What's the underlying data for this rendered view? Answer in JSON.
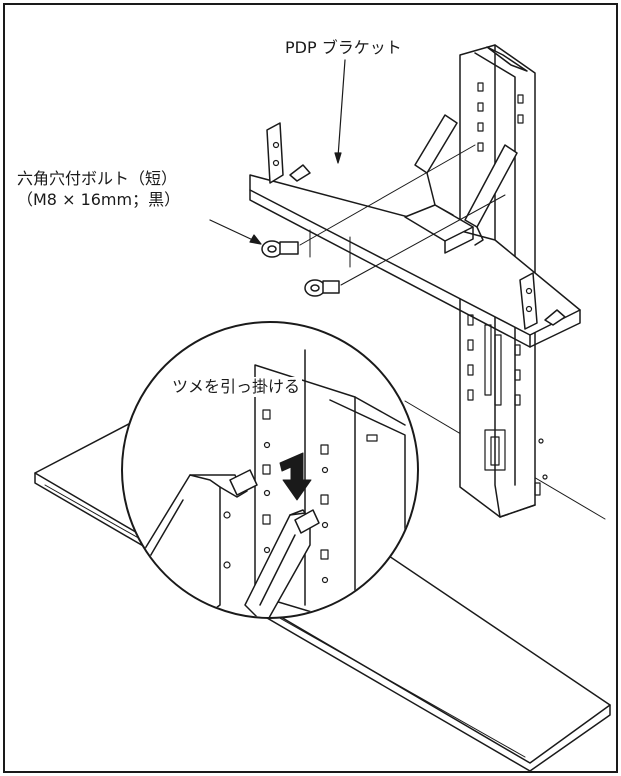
{
  "labels": {
    "pdp_bracket": "PDP ブラケット",
    "bolt_name": "六角穴付ボルト（短）",
    "bolt_spec": "（M8 × 16mm；黒）",
    "hook_instruction": "ツメを引っ掛ける"
  },
  "colors": {
    "line": "#1a1a1a",
    "background": "#ffffff"
  }
}
